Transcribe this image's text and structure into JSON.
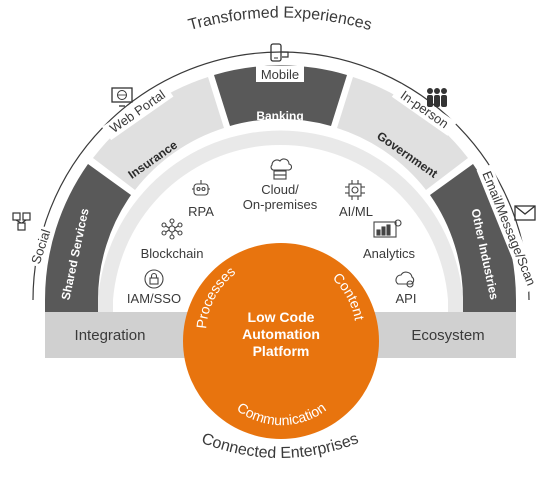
{
  "title_top": "Transformed Experiences",
  "title_bottom": "Connected Enterprises",
  "channels": {
    "mobile": "Mobile",
    "web_portal": "Web Portal",
    "in_person": "In-person",
    "social": "Social",
    "email": "Email/Message/Scan"
  },
  "industries": {
    "shared_services": "Shared Services",
    "insurance": "Insurance",
    "banking": "Banking",
    "government": "Government",
    "other": "Other Industries"
  },
  "technologies": {
    "cloud_line1": "Cloud/",
    "cloud_line2": "On-premises",
    "rpa": "RPA",
    "ai_ml": "AI/ML",
    "blockchain": "Blockchain",
    "analytics": "Analytics",
    "iam": "IAM/SSO",
    "api": "API"
  },
  "base": {
    "left": "Integration",
    "right": "Ecosystem"
  },
  "core": {
    "line1": "Low Code",
    "line2": "Automation",
    "line3": "Platform",
    "processes": "Processes",
    "content": "Content",
    "communication": "Communication"
  },
  "colors": {
    "orange": "#e8740e",
    "dark_gray": "#595959",
    "light_gray": "#e0e0e0",
    "base_gray": "#d0d0d0",
    "text": "#3a3a3a"
  }
}
